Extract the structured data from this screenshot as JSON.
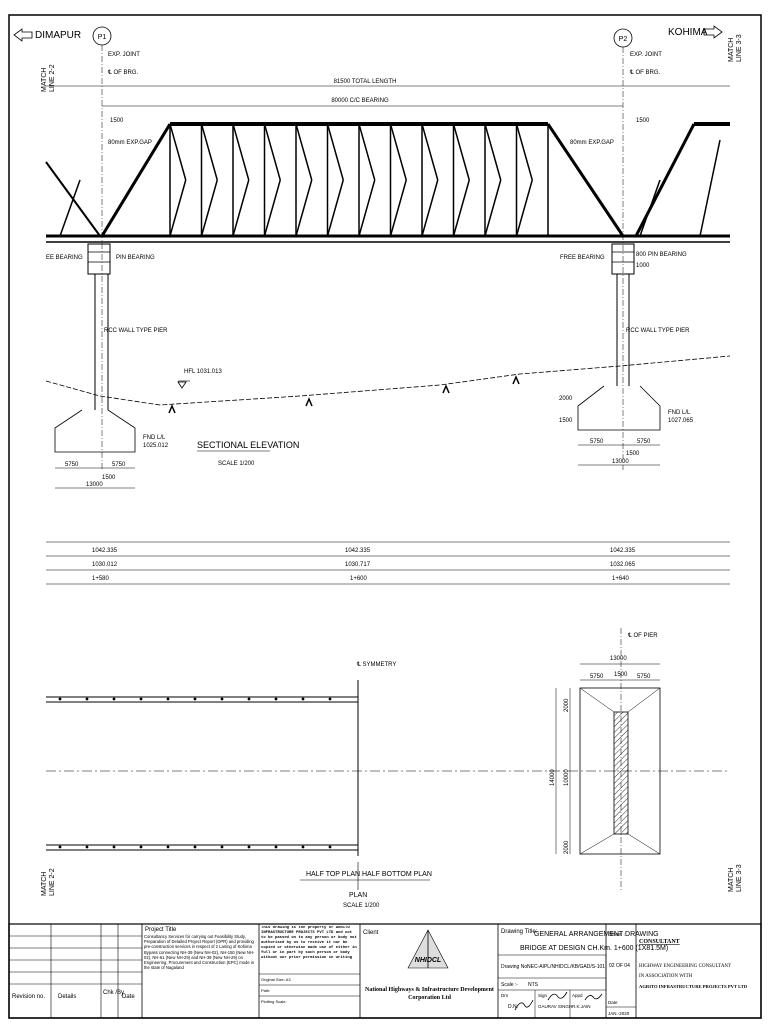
{
  "drawing": {
    "dir_left": "DIMAPUR",
    "dir_right": "KOHIMA",
    "pier_p1": "P1",
    "pier_p2": "P2",
    "match_left": "MATCH",
    "match_left_line": "LINE 2-2",
    "match_right": "MATCH",
    "match_right_line": "LINE 3-3",
    "exp_joint": "EXP. JOINT",
    "cl_brg": "℄ OF BRG.",
    "total_length": "81500 TOTAL LENGTH",
    "cc_bearing": "80000 C/C BEARING",
    "dim_1500_left": "1500",
    "dim_1500_right": "1500",
    "exp_gap_left": "80mm EXP.GAP",
    "exp_gap_right": "80mm EXP.GAP",
    "free_bearing_left": "EE BEARING",
    "pin_bearing_left": "PIN BEARING",
    "free_bearing_right": "FREE BEARING",
    "pin_bearing_right": "PIN BEARING",
    "dim_800": "800",
    "dim_1000": "1000",
    "rcc_pier_left": "RCC WALL TYPE PIER",
    "rcc_pier_right": "RCC WALL TYPE PIER",
    "hfl": "HFL 1031.013",
    "fnd_left_label": "FND L/L",
    "fnd_left_value": "1025.012",
    "fnd_right_label": "FND L/L",
    "fnd_right_value": "1027.065",
    "dim_2000": "2000",
    "dim_1500_fnd": "1500",
    "dim_5750_a": "5750",
    "dim_5750_b": "5750",
    "dim_1500_a": "1500",
    "dim_13000_a": "13000",
    "dim_5750_c": "5750",
    "dim_5750_d": "5750",
    "dim_1500_b": "1500",
    "dim_13000_b": "13000",
    "section_title": "SECTIONAL ELEVATION",
    "section_scale": "SCALE 1/200",
    "table_rows": [
      [
        "1042.335",
        "1042.335",
        "1042.335"
      ],
      [
        "1030.012",
        "1030.717",
        "1032.065"
      ],
      [
        "1+580",
        "1+600",
        "1+640"
      ]
    ],
    "cl_pier": "℄ OF PIER",
    "symmetry": "℄ SYMMETRY",
    "plan_13000": "13000",
    "plan_5750_l": "5750",
    "plan_1500": "1500",
    "plan_5750_r": "5750",
    "plan_2000_top": "2000",
    "plan_10000": "10000",
    "plan_2000_bot": "2000",
    "plan_14000": "14000",
    "half_top": "HALF TOP PLAN",
    "half_bottom": "HALF BOTTOM PLAN",
    "plan_title": "PLAN",
    "plan_scale": "SCALE 1/200"
  },
  "title_block": {
    "revision_no": "Revision no.",
    "details": "Details",
    "chk_by": "Chk /By",
    "date": "Date",
    "project_title_label": "Project Title",
    "project_title_text": "Consultancy Services for carrying out Feasibility Study, Preparation of Detailed Project Report (DPR) and providing pre-construction services in respect of 2 Laning of Kohima Bypass connecting NH-39 (New NH-02), NH-150 (New NH-02), NH-61 (New NH-29) and NH-39 (New NH-29) on Engineering, Procurement and Construction (EPC) mode in the state of Nagaland",
    "copyright_text": "This drawing is the property of AGRITO INFRASTRUCTURE PROJECTS PVT LTD and not to be passed on to any person or body not authorised by us to receive it nor be copied or otherwise made use of either in full or in part by such person or body without our prior permission in writing",
    "issued_for": "Original Size: A3",
    "path": "Path:",
    "plotting_scale": "Plotting Scale:",
    "client_label": "Client",
    "client_logo": "NHIDCL",
    "client_name": "National Highways & Infrastructure Development Corporation Ltd",
    "drawing_title_label": "Drawing Title:",
    "drawing_title_1": "GENERAL ARRANGEMENT DRAWING",
    "drawing_title_2": "BRIDGE AT DESIGN CH.Km. 1+600 (1X81.5M)",
    "drawing_no_label": "Drawing No:",
    "drawing_no": "NEC-AIPL/NHIDCL/KB/GAD/S-101",
    "sheet_label": "Sheet :",
    "sheet_value": "02 OF 04",
    "scale_label": "Scale :-",
    "scale_value": "NTS",
    "drn_label": "Drn",
    "drn_value": "D.N.",
    "sign_label": "Sign",
    "sign_value": "GAURAV SINGH",
    "appd_label": "Appd",
    "appd_value": "R.K.JAIN",
    "date_label": "Date",
    "date_value": "JAN.-2020",
    "consultant_label": "CONSULTANT",
    "consultant_1": "HIGHWAY ENGINEERING CONSULTANT",
    "consultant_2": "IN ASSOCIATION WITH",
    "consultant_3": "AGRITO INFRASTRUCTURE PROJECTS PVT LTD"
  }
}
